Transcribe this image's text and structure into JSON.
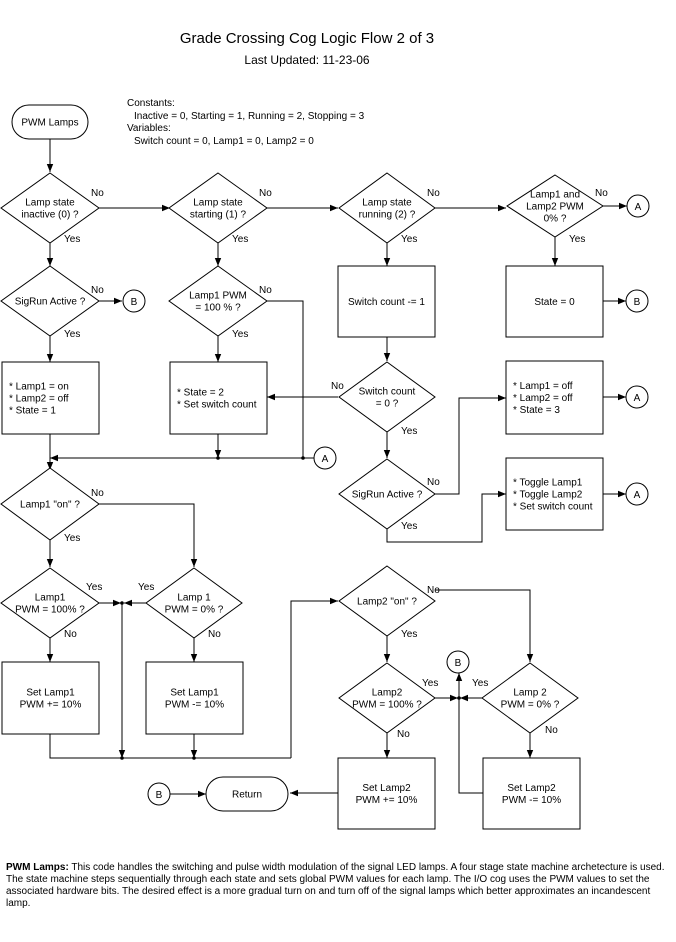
{
  "title": "Grade Crossing Cog Logic Flow 2 of 3",
  "subtitle": "Last Updated: 11-23-06",
  "notes": {
    "constants_header": "Constants:",
    "constants": "Inactive = 0, Starting = 1, Running = 2, Stopping = 3",
    "variables_header": "Variables:",
    "variables": "Switch count  = 0,  Lamp1 = 0,  Lamp2 = 0"
  },
  "terminals": {
    "start": "PWM Lamps",
    "end": "Return"
  },
  "decisions": {
    "lamp_inactive": [
      "Lamp state",
      "inactive (0) ?"
    ],
    "lamp_starting": [
      "Lamp state",
      "starting (1) ?"
    ],
    "lamp_running": [
      "Lamp state",
      "running (2) ?"
    ],
    "lamps_pwm_zero": [
      "Lamp1 and",
      "Lamp2 PWM",
      "0% ?"
    ],
    "sigrun_active_1": [
      "SigRun Active ?"
    ],
    "lamp1_pwm_100": [
      "Lamp1 PWM",
      "= 100 % ?"
    ],
    "switch_count_zero": [
      "Switch count",
      "= 0 ?"
    ],
    "sigrun_active_2": [
      "SigRun Active ?"
    ],
    "lamp1_on": [
      "Lamp1 \"on\" ?"
    ],
    "lamp1_pwm_100b": [
      "Lamp1",
      "PWM = 100% ?"
    ],
    "lamp1_pwm_0": [
      "Lamp 1",
      "PWM = 0% ?"
    ],
    "lamp2_on": [
      "Lamp2 \"on\" ?"
    ],
    "lamp2_pwm_100": [
      "Lamp2",
      "PWM = 100% ?"
    ],
    "lamp2_pwm_0": [
      "Lamp 2",
      "PWM = 0% ?"
    ]
  },
  "processes": {
    "switch_dec": [
      "Switch count -= 1"
    ],
    "state_zero": [
      "State = 0"
    ],
    "init_lamps": [
      "* Lamp1 = on",
      "* Lamp2 = off",
      "* State = 1"
    ],
    "state_two": [
      "* State = 2",
      "* Set switch count"
    ],
    "lamps_off": [
      "* Lamp1 = off",
      "* Lamp2 = off",
      "* State = 3"
    ],
    "toggle": [
      "* Toggle Lamp1",
      "* Toggle Lamp2",
      "* Set switch count"
    ],
    "lamp1_inc": [
      "Set Lamp1",
      "PWM += 10%"
    ],
    "lamp1_dec": [
      "Set Lamp1",
      "PWM -= 10%"
    ],
    "lamp2_inc": [
      "Set Lamp2",
      "PWM += 10%"
    ],
    "lamp2_dec": [
      "Set Lamp2",
      "PWM -= 10%"
    ]
  },
  "connectors": {
    "a": "A",
    "b": "B"
  },
  "branch_labels": {
    "yes": "Yes",
    "no": "No"
  },
  "description": {
    "heading": "PWM Lamps:",
    "body": "This code handles the switching and pulse width modulation of the signal LED lamps. A four stage state machine archetecture  is used. The state machine steps sequentially through each state and sets global PWM values for each lamp. The I/O cog uses the PWM values to set the associated hardware bits. The desired effect is a more gradual turn on and turn off of the signal lamps which better approximates an incandescent lamp."
  }
}
